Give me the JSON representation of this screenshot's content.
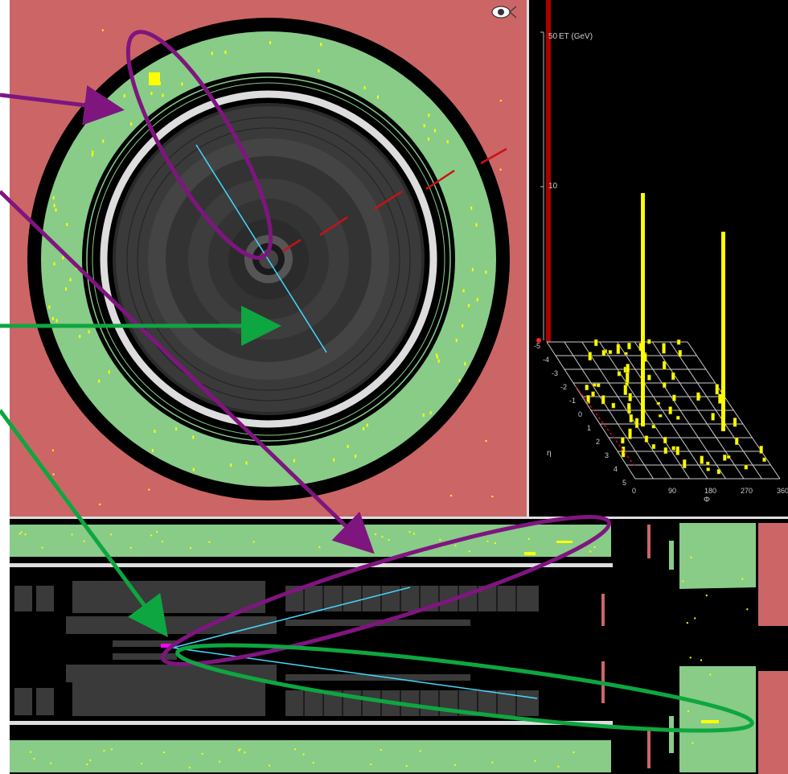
{
  "lego_plot": {
    "et_axis_label": "ET (GeV)",
    "et_ticks": [
      "50",
      "10"
    ],
    "eta_label": "η",
    "eta_ticks": [
      "-5",
      "-4",
      "-3",
      "-2",
      "-1",
      "0",
      "1",
      "2",
      "3",
      "4",
      "5"
    ],
    "phi_label": "Φ",
    "phi_ticks": [
      "0",
      "90",
      "180",
      "270",
      "360"
    ]
  },
  "icons": {
    "view_toggle": "eye-icon"
  },
  "colors": {
    "annotation_purple": "#7f157f",
    "annotation_green": "#0ea640",
    "calorimeter_green": "#88cc88",
    "muon_red": "#cc6666",
    "track_cyan": "#44d8ff",
    "cell_yellow": "#ffff00",
    "missing_et_red": "#cc1111"
  }
}
